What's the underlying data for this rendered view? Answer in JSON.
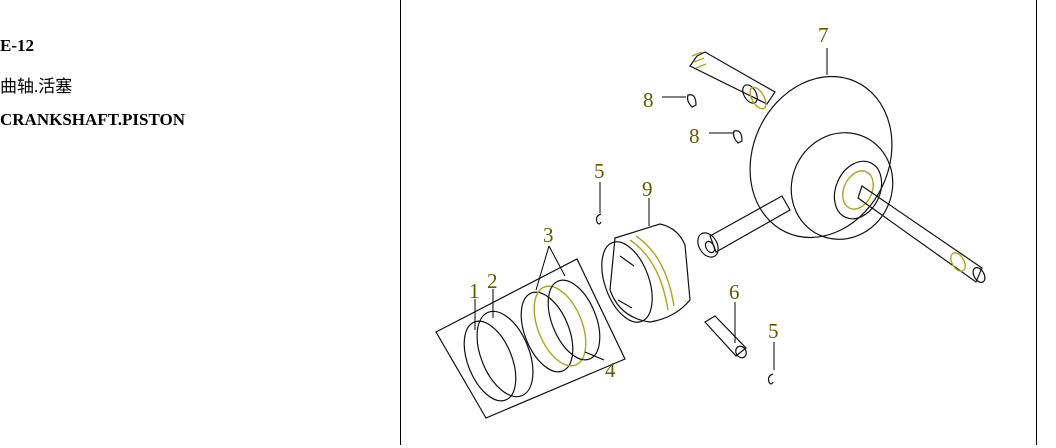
{
  "header": {
    "code": "E-12",
    "title_cn": "曲轴.活塞",
    "title_en": "CRANKSHAFT.PISTON"
  },
  "callouts": [
    "1",
    "2",
    "3",
    "4",
    "5",
    "6",
    "7",
    "8",
    "9"
  ],
  "colors": {
    "callout": "#5c5c00",
    "line": "#000000"
  }
}
